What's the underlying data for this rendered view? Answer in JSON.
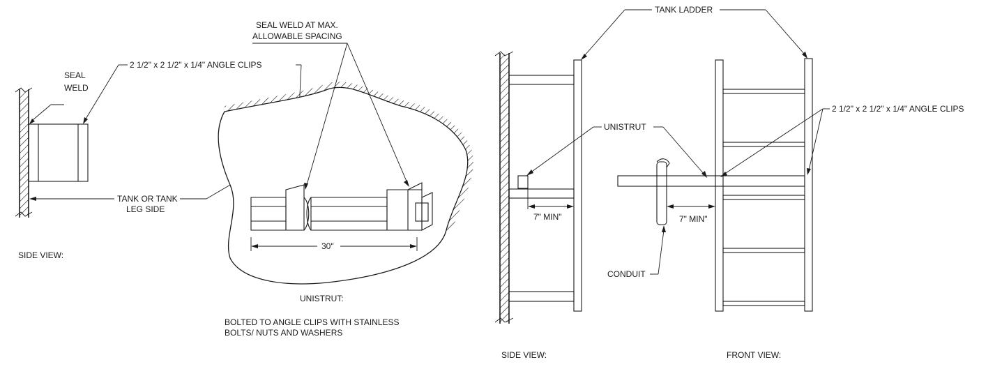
{
  "labels": {
    "seal_weld_top_1": "SEAL WELD AT  MAX.",
    "seal_weld_top_2": "ALLOWABLE SPACING",
    "angle_clips_left": "2 1/2\" x 2 1/2\" x 1/4\" ANGLE CLIPS",
    "seal_1": "SEAL",
    "seal_2": "WELD",
    "tank_leg_1": "TANK OR TANK",
    "tank_leg_2": "LEG SIDE",
    "side_view_left": "SIDE VIEW:",
    "dim_30": "30\"",
    "unistrut_caption": "UNISTRUT:",
    "bolted_1": "BOLTED TO ANGLE CLIPS WITH STAINLESS",
    "bolted_2": "BOLTS/ NUTS AND WASHERS",
    "tank_ladder": "TANK LADDER",
    "angle_clips_right": "2 1/2\" x 2 1/2\" x 1/4\" ANGLE CLIPS",
    "unistrut_label": "UNISTRUT",
    "min_side": "7\" MIN\"",
    "min_front": "7\" MIN\"",
    "conduit": "CONDUIT",
    "side_view_mid": "SIDE VIEW:",
    "front_view": "FRONT VIEW:"
  },
  "colors": {
    "line": "#1a1a1a",
    "background": "#ffffff"
  }
}
